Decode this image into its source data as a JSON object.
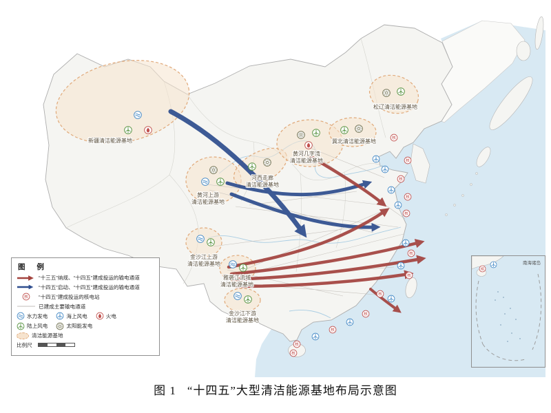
{
  "figure": {
    "number": "图 1",
    "title": "“十四五”大型清洁能源基地布局示意图"
  },
  "legend": {
    "title": "图 例",
    "arrow_red_label": "“十三五”纳规、“十四五”建成投运的输电通道",
    "arrow_blue_label": "“十四五”启动、“十四五”建成投运的输电通道",
    "nuclear_label": "“十四五”建成投运的核电站",
    "existing_line_label": "已建成主要输电通道",
    "hydro_label": "水力发电",
    "offshore_wind_label": "海上风电",
    "thermal_label": "火电",
    "onshore_wind_label": "陆上风电",
    "solar_label": "太阳能发电",
    "base_area_label": "清洁能源基地",
    "scale_label": "比例尺"
  },
  "icons": {
    "nuclear_glyph": "核"
  },
  "bases": [
    {
      "name": "新疆清洁能源基地",
      "lines": [
        "新疆清洁能源基地"
      ]
    },
    {
      "name": "黄河上游清洁能源基地",
      "lines": [
        "黄河上游",
        "清洁能源基地"
      ]
    },
    {
      "name": "河西走廊清洁能源基地",
      "lines": [
        "河西走廊",
        "清洁能源基地"
      ]
    },
    {
      "name": "黄河几字湾清洁能源基地",
      "lines": [
        "黄河几字湾",
        "清洁能源基地"
      ]
    },
    {
      "name": "冀北清洁能源基地",
      "lines": [
        "冀北清洁能源基地"
      ]
    },
    {
      "name": "松辽清洁能源基地",
      "lines": [
        "松辽清洁能源基地"
      ]
    },
    {
      "name": "金沙江上游清洁能源基地",
      "lines": [
        "金沙江上游",
        "清洁能源基地"
      ]
    },
    {
      "name": "雅砻江流域清洁能源基地",
      "lines": [
        "雅砻江流域",
        "清洁能源基地"
      ]
    },
    {
      "name": "金沙江下游清洁能源基地",
      "lines": [
        "金沙江下游",
        "清洁能源基地"
      ]
    }
  ],
  "inset": {
    "label": "南海诸岛"
  },
  "colors": {
    "sea": "#D8E9F3",
    "land": "#F5F5F2",
    "base_fill": "#F6E3CE",
    "base_stroke": "#E0A878",
    "arrow_red": "#A3433E",
    "arrow_blue": "#2E4D8E",
    "hydro": "#3F86C4",
    "offshore_wind": "#3F86C4",
    "onshore_wind": "#55913E",
    "thermal": "#C0504D",
    "nuclear": "#C0504D",
    "solar": "#6E6E4E"
  }
}
